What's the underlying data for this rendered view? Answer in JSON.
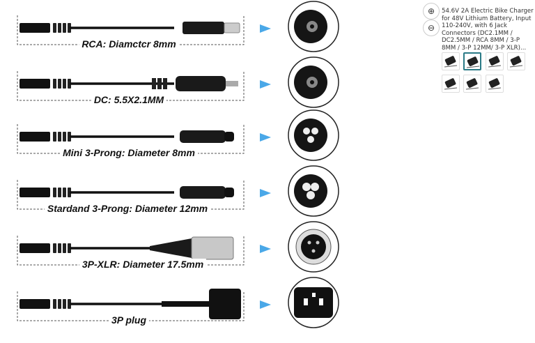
{
  "product": {
    "title": "54.6V 2A Electric Bike Charger for 48V Lithium Battery, Input 110-240V, with 6 Jack Connectors (DC2.1MM / DC2.5MM / RCA 8MM / 3-P 8MM / 3-P 12MM/ 3-P XLR)...",
    "zoom_in_icon": "zoom-in-icon",
    "zoom_out_icon": "zoom-out-icon",
    "thumbnails": [
      {
        "selected": false
      },
      {
        "selected": true
      },
      {
        "selected": false
      },
      {
        "selected": false
      },
      {
        "selected": false
      },
      {
        "selected": false
      },
      {
        "selected": false
      }
    ]
  },
  "connectors": [
    {
      "label": "RCA: Diamctcr 8mm",
      "type": "rca"
    },
    {
      "label": "DC: 5.5X2.1MM",
      "type": "dc"
    },
    {
      "label": "Mini 3-Prong: Diameter 8mm",
      "type": "mini3"
    },
    {
      "label": "Stardand 3-Prong: Diameter 12mm",
      "type": "std3"
    },
    {
      "label": "3P-XLR: Diameter 17.5mm",
      "type": "xlr"
    },
    {
      "label": "3P plug",
      "type": "plug"
    }
  ],
  "colors": {
    "arrow": "#4aa8e8",
    "accent": "#2a7a86"
  }
}
